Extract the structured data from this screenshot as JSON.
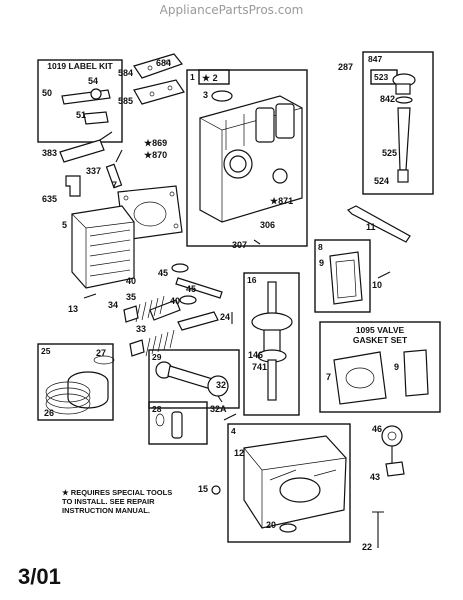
{
  "watermark": "AppliancePartsPros.com",
  "date_code": "3/01",
  "footnote": [
    "★ REQUIRES SPECIAL TOOLS",
    "TO INSTALL. SEE REPAIR",
    "INSTRUCTION MANUAL."
  ],
  "kits": {
    "label_kit": "1019 LABEL KIT",
    "valve_gasket_set_line1": "1095 VALVE",
    "valve_gasket_set_line2": "GASKET SET"
  },
  "box_numbers": {
    "b1": "1",
    "b847": "847",
    "b523": "523",
    "b8": "8",
    "b16": "16",
    "b25": "25",
    "b29": "29",
    "b28": "28",
    "b4": "4"
  },
  "labels": {
    "l684": "684",
    "l584": "584",
    "l585": "585",
    "l287": "287",
    "l54": "54",
    "l50": "50",
    "l51": "51",
    "l383": "383",
    "l337": "337",
    "l635": "635",
    "l7a": "7",
    "l5": "5",
    "l2": "★ 2",
    "l3": "3",
    "l869": "★869",
    "l870": "★870",
    "l871": "★871",
    "l306": "306",
    "l842": "842",
    "l525": "525",
    "l524": "524",
    "l11": "11",
    "l307": "307",
    "l9a": "9",
    "l10": "10",
    "l45a": "45",
    "l40a": "40",
    "l45b": "45",
    "l35": "35",
    "l40b": "40",
    "l34": "34",
    "l33": "33",
    "l24": "24",
    "l13": "13",
    "l146": "146",
    "l741": "741",
    "l7b": "7",
    "l9b": "9",
    "l27": "27",
    "l26": "26",
    "l32a": "32",
    "l32A": "32A",
    "l12": "12",
    "l15": "15",
    "l20": "20",
    "l46": "46",
    "l43": "43",
    "l22": "22"
  }
}
